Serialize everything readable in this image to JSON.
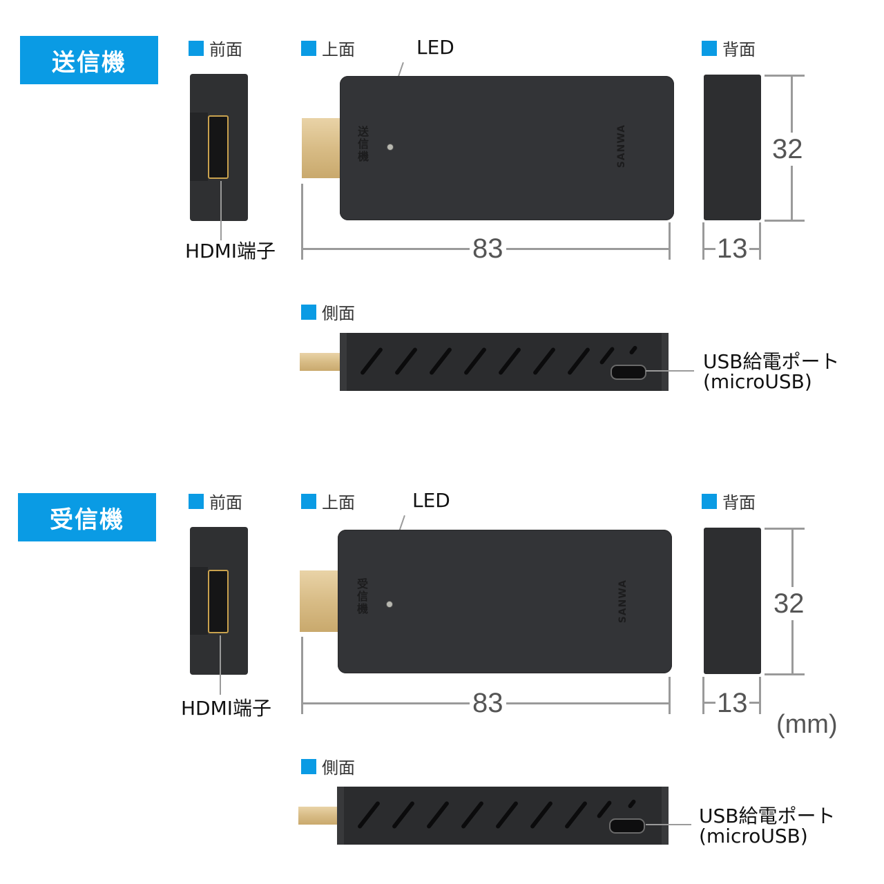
{
  "unit_label": "(mm)",
  "colors": {
    "accent": "#0a9be4",
    "device_body": "#2e2f31",
    "dimension_line": "#9a9a9a",
    "hdmi_gold": "#d8bc86"
  },
  "transmitter": {
    "title": "送信機",
    "front": {
      "label": "前面",
      "callout": "HDMI端子"
    },
    "top": {
      "label": "上面",
      "led_callout": "LED",
      "embossed_text": "送信機",
      "brand": "SANWA",
      "length": "83"
    },
    "back": {
      "label": "背面",
      "height": "32",
      "width": "13"
    },
    "side": {
      "label": "側面",
      "callout_line1": "USB給電ポート",
      "callout_line2": "(microUSB)"
    }
  },
  "receiver": {
    "title": "受信機",
    "front": {
      "label": "前面",
      "callout": "HDMI端子"
    },
    "top": {
      "label": "上面",
      "led_callout": "LED",
      "embossed_text": "受信機",
      "brand": "SANWA",
      "length": "83"
    },
    "back": {
      "label": "背面",
      "height": "32",
      "width": "13"
    },
    "side": {
      "label": "側面",
      "callout_line1": "USB給電ポート",
      "callout_line2": "(microUSB)"
    }
  }
}
